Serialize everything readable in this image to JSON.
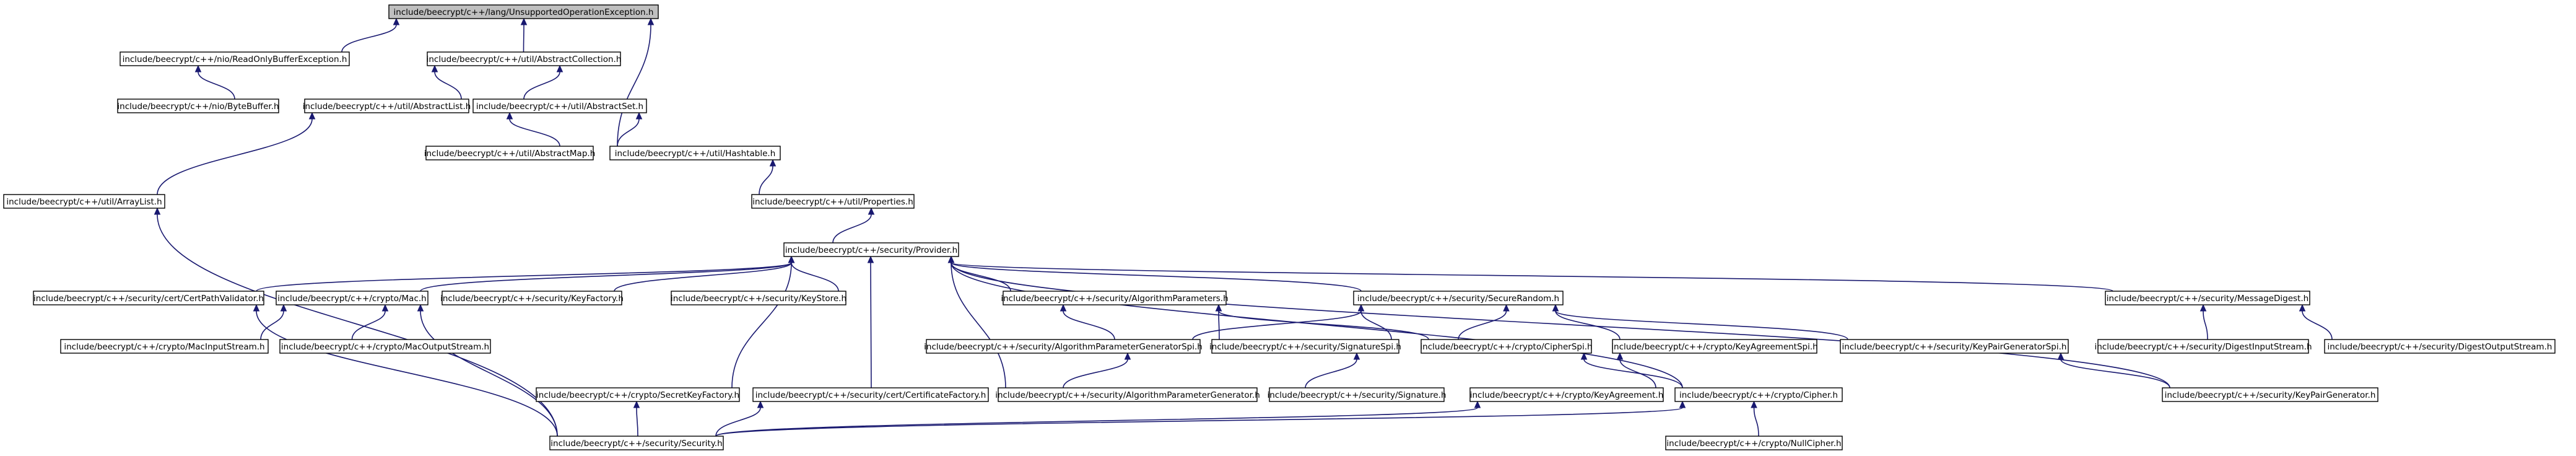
{
  "nodes": [
    {
      "id": "n_unsupported",
      "label": "include/beecrypt/c++/lang/UnsupportedOperationException.h",
      "root": true
    },
    {
      "id": "n_readonly",
      "label": "include/beecrypt/c++/nio/ReadOnlyBufferException.h"
    },
    {
      "id": "n_abscoll",
      "label": "include/beecrypt/c++/util/AbstractCollection.h"
    },
    {
      "id": "n_bytebuffer",
      "label": "include/beecrypt/c++/nio/ByteBuffer.h"
    },
    {
      "id": "n_abslist",
      "label": "include/beecrypt/c++/util/AbstractList.h"
    },
    {
      "id": "n_absset",
      "label": "include/beecrypt/c++/util/AbstractSet.h"
    },
    {
      "id": "n_absmap",
      "label": "include/beecrypt/c++/util/AbstractMap.h"
    },
    {
      "id": "n_hashtable",
      "label": "include/beecrypt/c++/util/Hashtable.h"
    },
    {
      "id": "n_arraylist",
      "label": "include/beecrypt/c++/util/ArrayList.h"
    },
    {
      "id": "n_properties",
      "label": "include/beecrypt/c++/util/Properties.h"
    },
    {
      "id": "n_provider",
      "label": "include/beecrypt/c++/security/Provider.h"
    },
    {
      "id": "n_certpathval",
      "label": "include/beecrypt/c++/security/cert/CertPathValidator.h"
    },
    {
      "id": "n_mac",
      "label": "include/beecrypt/c++/crypto/Mac.h"
    },
    {
      "id": "n_keyfactory",
      "label": "include/beecrypt/c++/security/KeyFactory.h"
    },
    {
      "id": "n_keystore",
      "label": "include/beecrypt/c++/security/KeyStore.h"
    },
    {
      "id": "n_algparams",
      "label": "include/beecrypt/c++/security/AlgorithmParameters.h"
    },
    {
      "id": "n_securerandom",
      "label": "include/beecrypt/c++/security/SecureRandom.h"
    },
    {
      "id": "n_msgdigest",
      "label": "include/beecrypt/c++/security/MessageDigest.h"
    },
    {
      "id": "n_macinput",
      "label": "include/beecrypt/c++/crypto/MacInputStream.h"
    },
    {
      "id": "n_macoutput",
      "label": "include/beecrypt/c++/crypto/MacOutputStream.h"
    },
    {
      "id": "n_algparamgenspi",
      "label": "include/beecrypt/c++/security/AlgorithmParameterGeneratorSpi.h"
    },
    {
      "id": "n_sigspi",
      "label": "include/beecrypt/c++/security/SignatureSpi.h"
    },
    {
      "id": "n_cipherspi",
      "label": "include/beecrypt/c++/crypto/CipherSpi.h"
    },
    {
      "id": "n_keyagreespi",
      "label": "include/beecrypt/c++/crypto/KeyAgreementSpi.h"
    },
    {
      "id": "n_keypairgenspi",
      "label": "include/beecrypt/c++/security/KeyPairGeneratorSpi.h"
    },
    {
      "id": "n_diginput",
      "label": "include/beecrypt/c++/security/DigestInputStream.h"
    },
    {
      "id": "n_digoutput",
      "label": "include/beecrypt/c++/security/DigestOutputStream.h"
    },
    {
      "id": "n_secretkeyfactory",
      "label": "include/beecrypt/c++/crypto/SecretKeyFactory.h"
    },
    {
      "id": "n_certfactory",
      "label": "include/beecrypt/c++/security/cert/CertificateFactory.h"
    },
    {
      "id": "n_algparamgen",
      "label": "include/beecrypt/c++/security/AlgorithmParameterGenerator.h"
    },
    {
      "id": "n_signature",
      "label": "include/beecrypt/c++/security/Signature.h"
    },
    {
      "id": "n_keyagree",
      "label": "include/beecrypt/c++/crypto/KeyAgreement.h"
    },
    {
      "id": "n_cipher",
      "label": "include/beecrypt/c++/crypto/Cipher.h"
    },
    {
      "id": "n_keypairgen",
      "label": "include/beecrypt/c++/security/KeyPairGenerator.h"
    },
    {
      "id": "n_security",
      "label": "include/beecrypt/c++/security/Security.h"
    },
    {
      "id": "n_nullcipher",
      "label": "include/beecrypt/c++/crypto/NullCipher.h"
    }
  ],
  "edges": [
    [
      "n_unsupported",
      "n_readonly"
    ],
    [
      "n_unsupported",
      "n_abscoll"
    ],
    [
      "n_unsupported",
      "n_hashtable"
    ],
    [
      "n_readonly",
      "n_bytebuffer"
    ],
    [
      "n_abscoll",
      "n_abslist"
    ],
    [
      "n_abscoll",
      "n_absset"
    ],
    [
      "n_absset",
      "n_absmap"
    ],
    [
      "n_absset",
      "n_hashtable"
    ],
    [
      "n_abslist",
      "n_arraylist"
    ],
    [
      "n_hashtable",
      "n_properties"
    ],
    [
      "n_properties",
      "n_provider"
    ],
    [
      "n_arraylist",
      "n_security"
    ],
    [
      "n_provider",
      "n_certpathval"
    ],
    [
      "n_provider",
      "n_mac"
    ],
    [
      "n_provider",
      "n_keyfactory"
    ],
    [
      "n_provider",
      "n_keystore"
    ],
    [
      "n_provider",
      "n_algparams"
    ],
    [
      "n_provider",
      "n_securerandom"
    ],
    [
      "n_provider",
      "n_msgdigest"
    ],
    [
      "n_provider",
      "n_secretkeyfactory"
    ],
    [
      "n_provider",
      "n_certfactory"
    ],
    [
      "n_provider",
      "n_algparamgen"
    ],
    [
      "n_provider",
      "n_cipher"
    ],
    [
      "n_provider",
      "n_keypairgen"
    ],
    [
      "n_certpathval",
      "n_security"
    ],
    [
      "n_mac",
      "n_macinput"
    ],
    [
      "n_mac",
      "n_macoutput"
    ],
    [
      "n_mac",
      "n_security"
    ],
    [
      "n_algparams",
      "n_algparamgenspi"
    ],
    [
      "n_algparams",
      "n_sigspi"
    ],
    [
      "n_algparams",
      "n_cipherspi"
    ],
    [
      "n_securerandom",
      "n_algparamgenspi"
    ],
    [
      "n_securerandom",
      "n_sigspi"
    ],
    [
      "n_securerandom",
      "n_cipherspi"
    ],
    [
      "n_securerandom",
      "n_keyagreespi"
    ],
    [
      "n_securerandom",
      "n_keypairgenspi"
    ],
    [
      "n_msgdigest",
      "n_diginput"
    ],
    [
      "n_msgdigest",
      "n_digoutput"
    ],
    [
      "n_algparamgenspi",
      "n_algparamgen"
    ],
    [
      "n_sigspi",
      "n_signature"
    ],
    [
      "n_cipherspi",
      "n_cipher"
    ],
    [
      "n_keyagreespi",
      "n_keyagree"
    ],
    [
      "n_keypairgenspi",
      "n_keypairgen"
    ],
    [
      "n_secretkeyfactory",
      "n_security"
    ],
    [
      "n_certfactory",
      "n_security"
    ],
    [
      "n_keyagree",
      "n_security"
    ],
    [
      "n_cipher",
      "n_security"
    ],
    [
      "n_cipher",
      "n_nullcipher"
    ]
  ]
}
